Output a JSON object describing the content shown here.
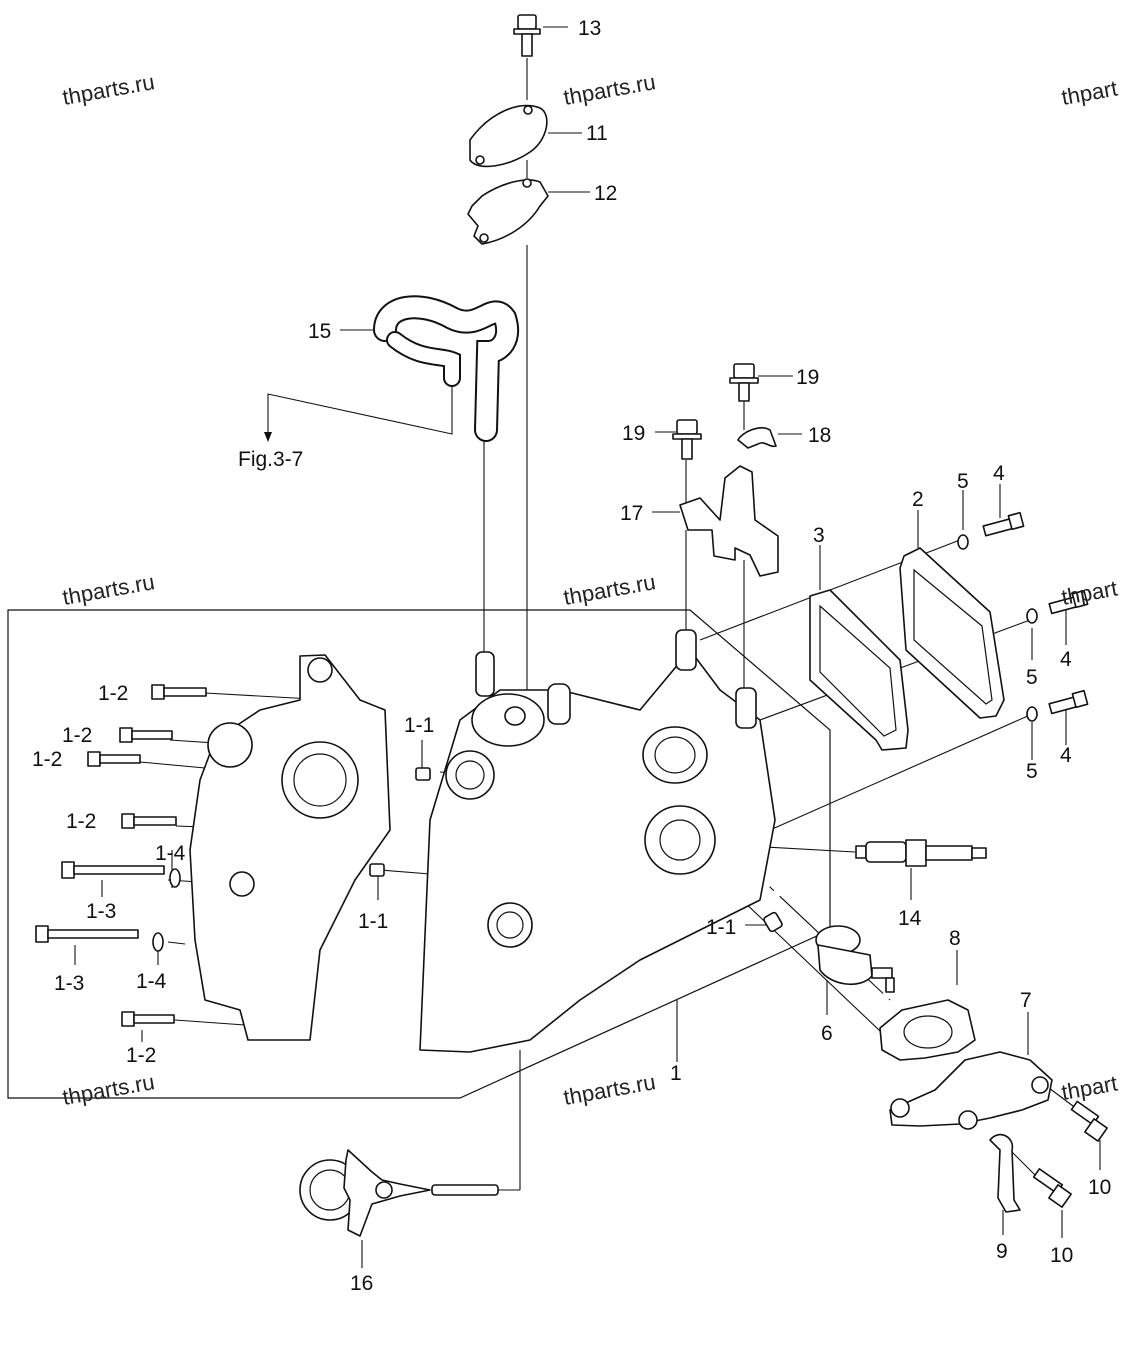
{
  "watermarks": [
    {
      "text": "thparts.ru"
    },
    {
      "text": "thparts.ru"
    },
    {
      "text": "thpart"
    },
    {
      "text": "thparts.ru"
    },
    {
      "text": "thparts.ru"
    },
    {
      "text": "thpart"
    },
    {
      "text": "thparts.ru"
    },
    {
      "text": "thparts.ru"
    },
    {
      "text": "thpart"
    }
  ],
  "figure_reference": "Fig.3-7",
  "callouts": [
    {
      "id": "13",
      "text": "13"
    },
    {
      "id": "11",
      "text": "11"
    },
    {
      "id": "12",
      "text": "12"
    },
    {
      "id": "15",
      "text": "15"
    },
    {
      "id": "19a",
      "text": "19"
    },
    {
      "id": "19b",
      "text": "19"
    },
    {
      "id": "18",
      "text": "18"
    },
    {
      "id": "17",
      "text": "17"
    },
    {
      "id": "3",
      "text": "3"
    },
    {
      "id": "2",
      "text": "2"
    },
    {
      "id": "5a",
      "text": "5"
    },
    {
      "id": "4a",
      "text": "4"
    },
    {
      "id": "5b",
      "text": "5"
    },
    {
      "id": "4b",
      "text": "4"
    },
    {
      "id": "5c",
      "text": "5"
    },
    {
      "id": "4c",
      "text": "4"
    },
    {
      "id": "1-2a",
      "text": "1-2"
    },
    {
      "id": "1-2b",
      "text": "1-2"
    },
    {
      "id": "1-2c",
      "text": "1-2"
    },
    {
      "id": "1-2d",
      "text": "1-2"
    },
    {
      "id": "1-2e",
      "text": "1-2"
    },
    {
      "id": "1-1a",
      "text": "1-1"
    },
    {
      "id": "1-1b",
      "text": "1-1"
    },
    {
      "id": "1-1c",
      "text": "1-1"
    },
    {
      "id": "1-4a",
      "text": "1-4"
    },
    {
      "id": "1-4b",
      "text": "1-4"
    },
    {
      "id": "1-3a",
      "text": "1-3"
    },
    {
      "id": "1-3b",
      "text": "1-3"
    },
    {
      "id": "14",
      "text": "14"
    },
    {
      "id": "8",
      "text": "8"
    },
    {
      "id": "7",
      "text": "7"
    },
    {
      "id": "6",
      "text": "6"
    },
    {
      "id": "1",
      "text": "1"
    },
    {
      "id": "10a",
      "text": "10"
    },
    {
      "id": "10b",
      "text": "10"
    },
    {
      "id": "9",
      "text": "9"
    },
    {
      "id": "16",
      "text": "16"
    }
  ]
}
